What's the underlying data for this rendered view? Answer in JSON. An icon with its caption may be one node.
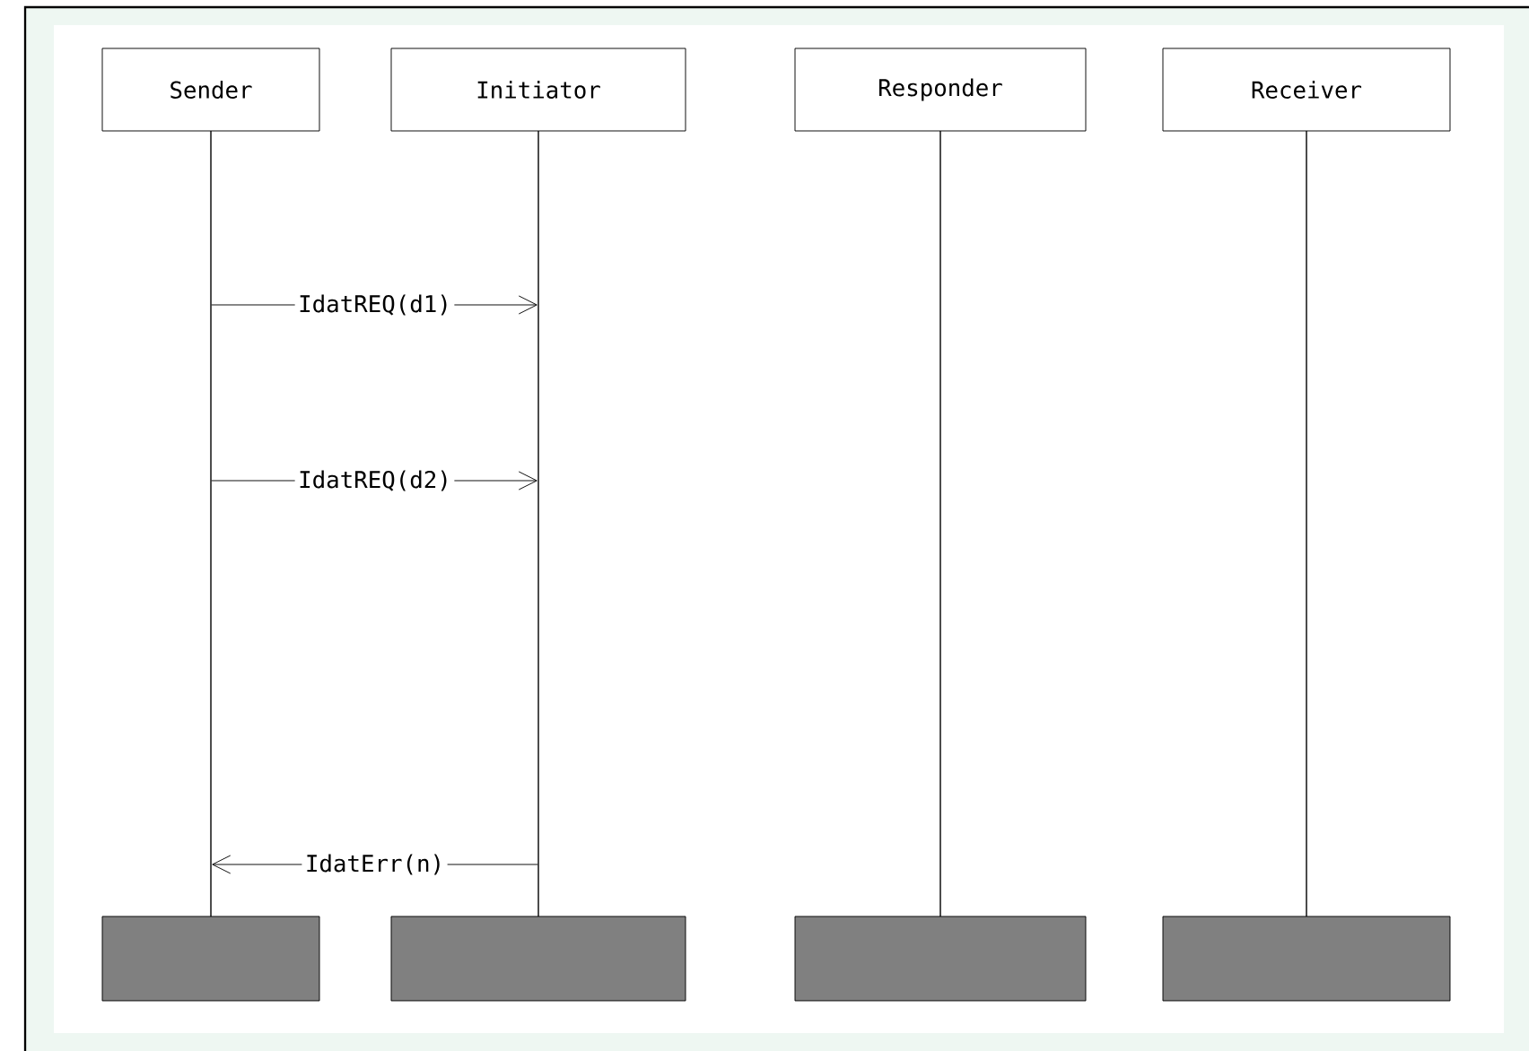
{
  "diagram": {
    "nodes": [
      {
        "text": [
          "Sender"
        ]
      },
      {
        "text": [
          "Initiator"
        ]
      },
      {
        "text": [
          "Responder"
        ]
      },
      {
        "text": [
          "Receiver"
        ]
      },
      {
        "text": [],
        "shape": "line"
      },
      {
        "text": [],
        "shape": "line"
      },
      {
        "text": [],
        "shape": "line"
      },
      {
        "text": [],
        "shape": "line"
      },
      {
        "text": [],
        "shape": "box"
      },
      {
        "text": [],
        "shape": "box"
      },
      {
        "text": [],
        "shape": "box"
      },
      {
        "text": [],
        "shape": "box"
      }
    ],
    "edges": [
      {
        "from": 4,
        "to": 5,
        "arrow": "to",
        "label": "IdatREQ(d1)"
      },
      {
        "from": 4,
        "to": 5,
        "arrow": "to",
        "label": "IdatREQ(d2)"
      },
      {
        "from": 5,
        "to": 4,
        "arrow": "to",
        "label": "IdatErr(n)"
      }
    ]
  }
}
